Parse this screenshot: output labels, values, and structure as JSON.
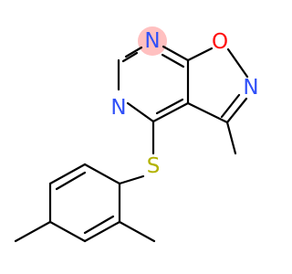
{
  "molecule": {
    "atoms": {
      "n_top": {
        "symbol": "N",
        "color": "#3050F8",
        "highlight": "#FFC0C0"
      },
      "n_left": {
        "symbol": "N",
        "color": "#3050F8"
      },
      "o_ring": {
        "symbol": "O",
        "color": "#FF0D0D"
      },
      "n_right": {
        "symbol": "N",
        "color": "#3050F8"
      },
      "s_link": {
        "symbol": "S",
        "color": "#B2B200"
      }
    }
  }
}
